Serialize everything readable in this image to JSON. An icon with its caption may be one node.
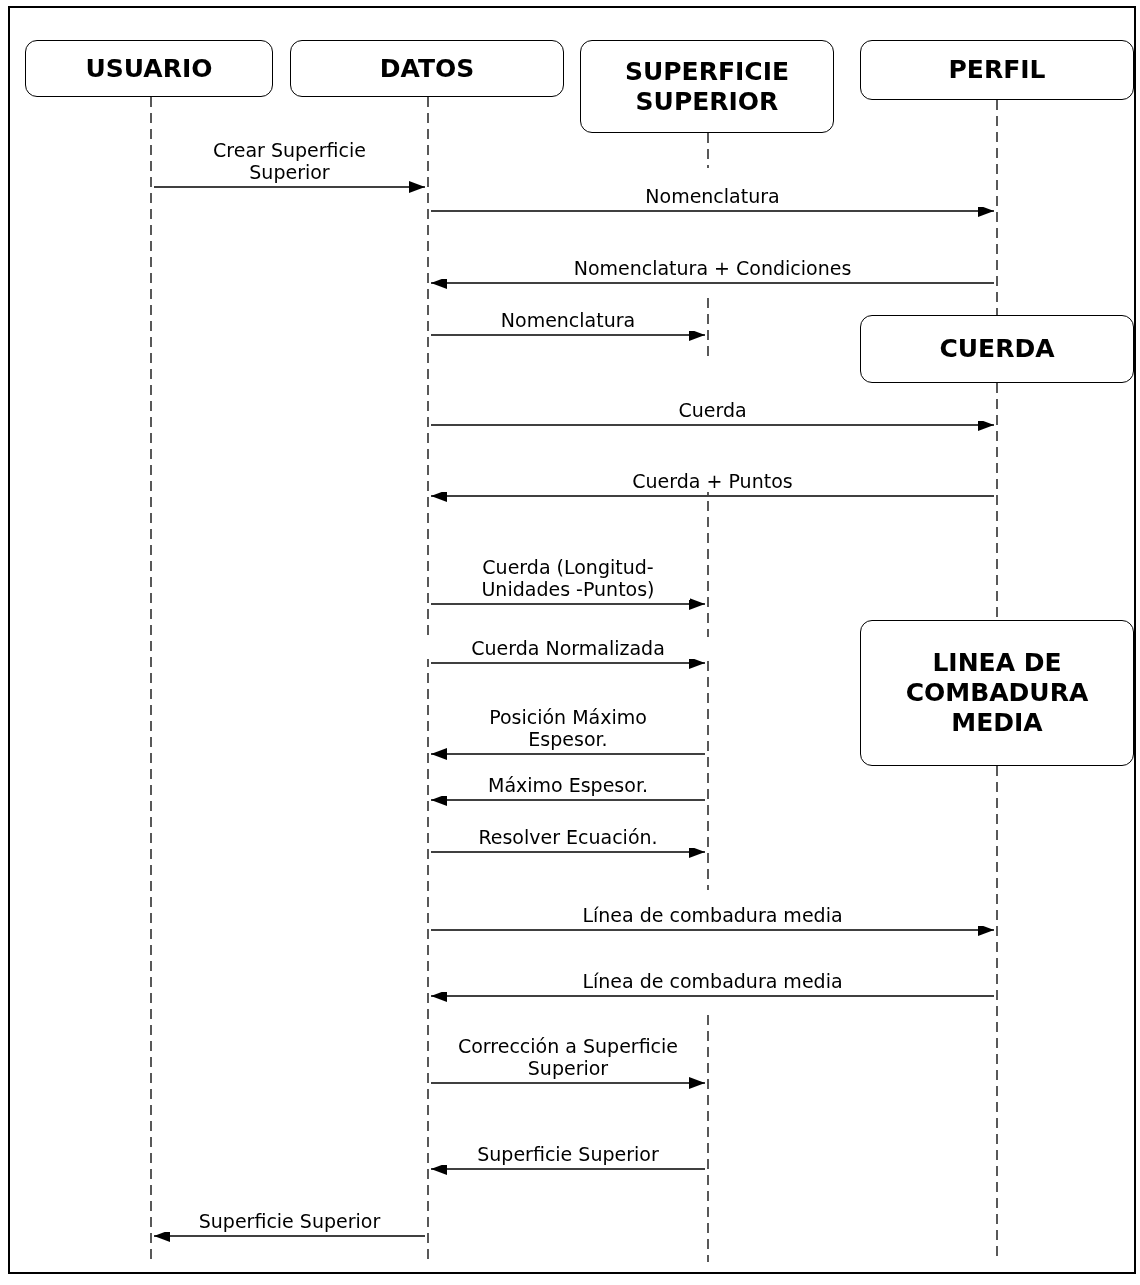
{
  "diagram": {
    "nodes": [
      {
        "text": [
          "USUARIO"
        ]
      },
      {
        "text": [
          "DATOS"
        ]
      },
      {
        "text": [
          "SUPERFICIE SUPERIOR"
        ]
      },
      {
        "text": [
          "PERFIL"
        ]
      },
      {
        "text": [
          "CUERDA"
        ]
      },
      {
        "text": [
          "LINEA DE COMBADURA MEDIA"
        ]
      },
      {
        "text": [],
        "shape": "line"
      },
      {
        "text": [],
        "shape": "line"
      },
      {
        "text": [],
        "shape": "line"
      },
      {
        "text": [],
        "shape": "line"
      },
      {
        "text": [],
        "shape": "line"
      },
      {
        "text": [],
        "shape": "line"
      }
    ],
    "edges": [
      {
        "from": 6,
        "to": 7,
        "arrow": "to",
        "label": "Crear Superficie Superior"
      },
      {
        "from": 7,
        "to": 9,
        "arrow": "to",
        "label": "Nomenclatura"
      },
      {
        "from": 9,
        "to": 7,
        "arrow": "to",
        "label": "Nomenclatura + Condiciones"
      },
      {
        "from": 7,
        "to": 8,
        "arrow": "to",
        "label": "Nomenclatura"
      },
      {
        "from": 7,
        "to": 10,
        "arrow": "to",
        "label": "Cuerda"
      },
      {
        "from": 10,
        "to": 7,
        "arrow": "to",
        "label": "Cuerda + Puntos"
      },
      {
        "from": 7,
        "to": 8,
        "arrow": "to",
        "label": "Cuerda (Longitud- Unidades -Puntos)"
      },
      {
        "from": 7,
        "to": 8,
        "arrow": "to",
        "label": "Cuerda Normalizada"
      },
      {
        "from": 8,
        "to": 7,
        "arrow": "to",
        "label": "Posición Máximo Espesor."
      },
      {
        "from": 8,
        "to": 7,
        "arrow": "to",
        "label": "Máximo Espesor."
      },
      {
        "from": 7,
        "to": 8,
        "arrow": "to",
        "label": "Resolver Ecuación."
      },
      {
        "from": 7,
        "to": 11,
        "arrow": "to",
        "label": "Línea de combadura media"
      },
      {
        "from": 11,
        "to": 7,
        "arrow": "to",
        "label": "Línea de combadura media"
      },
      {
        "from": 7,
        "to": 8,
        "arrow": "to",
        "label": "Corrección a Superficie Superior"
      },
      {
        "from": 8,
        "to": 7,
        "arrow": "to",
        "label": "Superficie Superior"
      },
      {
        "from": 7,
        "to": 6,
        "arrow": "to",
        "label": "Superficie Superior"
      }
    ]
  }
}
